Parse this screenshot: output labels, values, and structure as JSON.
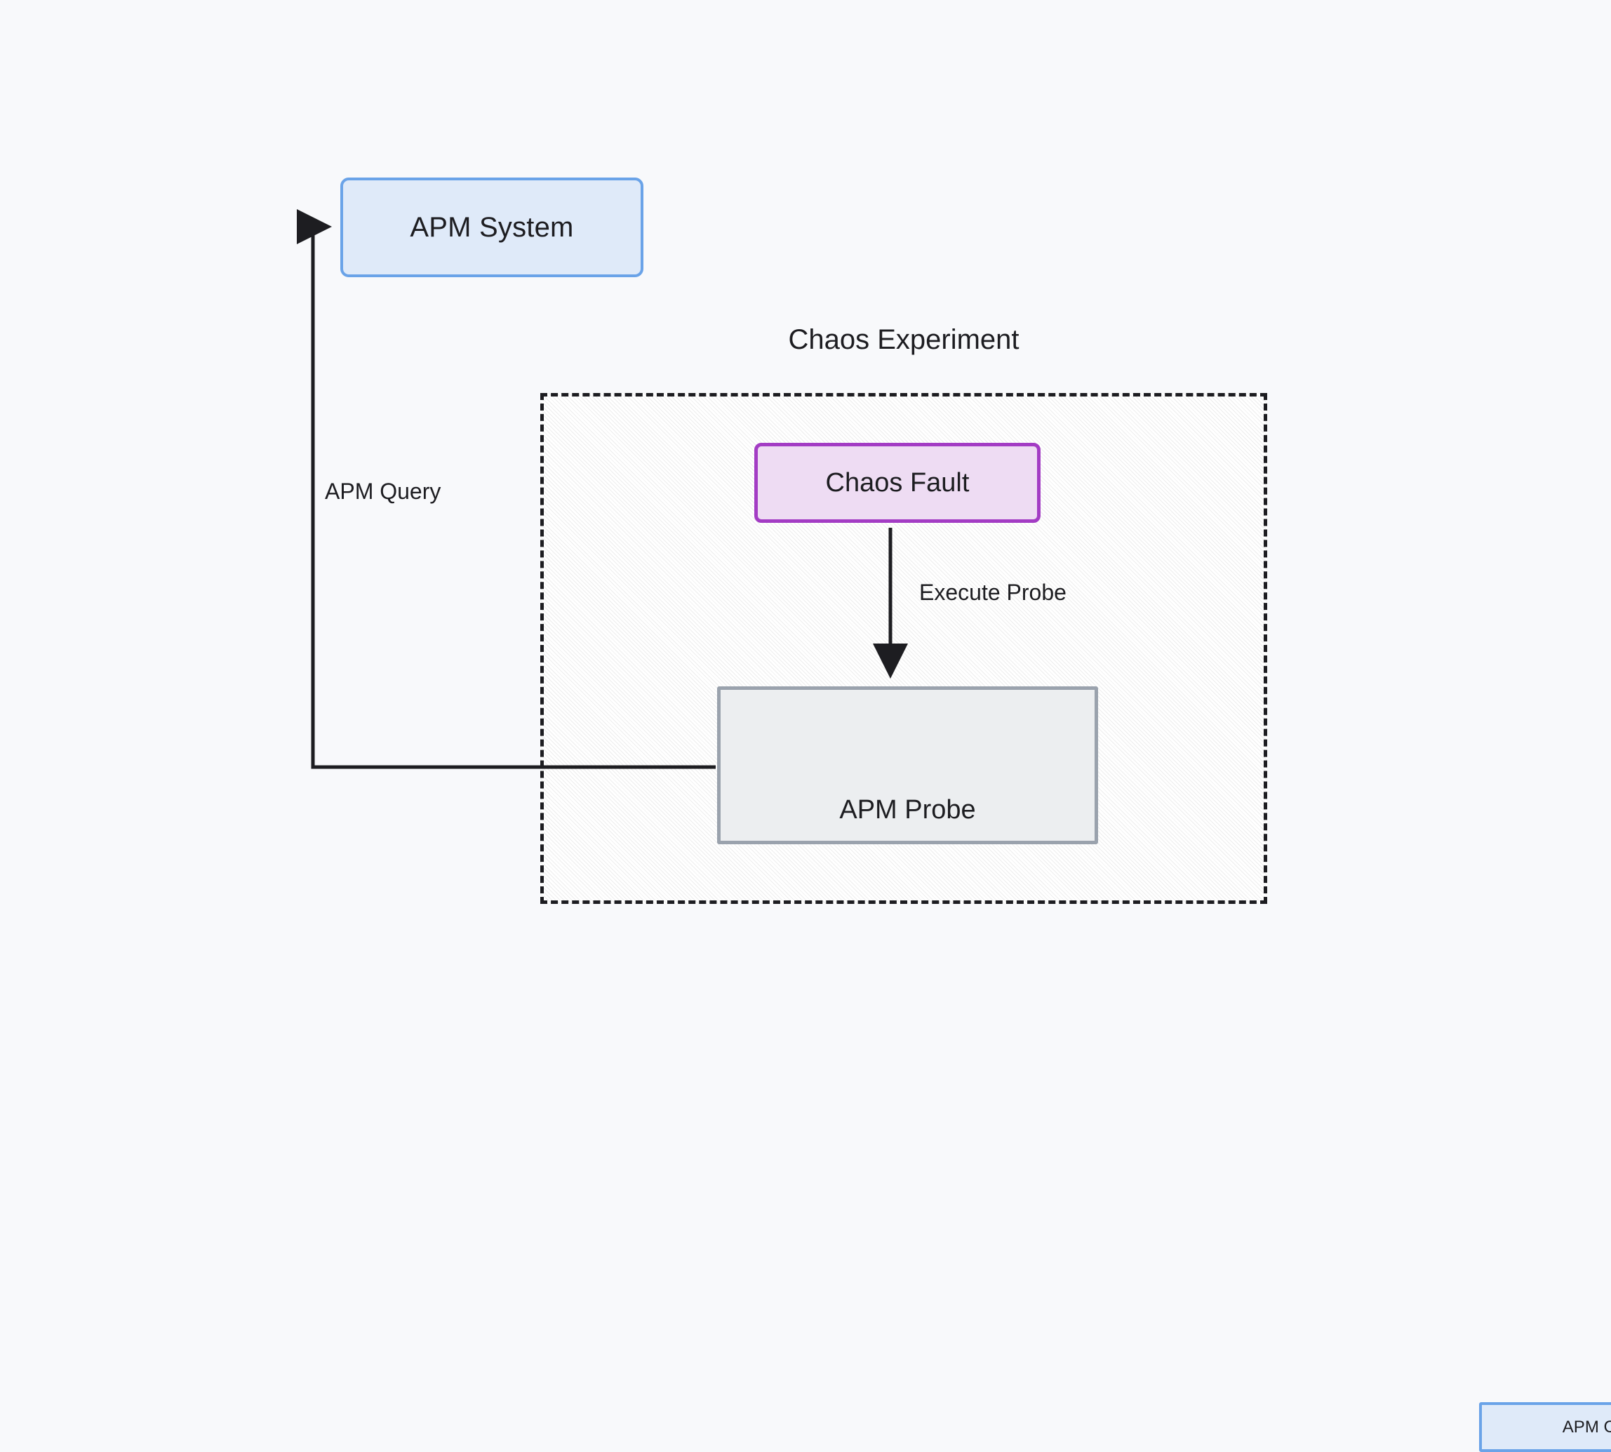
{
  "diagram": {
    "background_color": "#f8f9fb",
    "cluster": {
      "title": "Chaos Experiment",
      "border_style": "dashed",
      "fill": "hatched"
    },
    "nodes": [
      {
        "id": "apm-system",
        "label": "APM System",
        "fill": "#dfeaf9",
        "stroke": "#6aa3e8"
      },
      {
        "id": "chaos-fault",
        "label": "Chaos Fault",
        "fill": "#eedcf3",
        "stroke": "#a33cc4"
      },
      {
        "id": "apm-probe",
        "label": "APM Probe",
        "fill": "#eceef0",
        "stroke": "#9aa2ad"
      },
      {
        "id": "apm-connector",
        "label": "APM Connector",
        "fill": "#dfeaf9",
        "stroke": "#6aa3e8"
      }
    ],
    "edges": [
      {
        "id": "edge-apm-query",
        "label": "APM Query",
        "from": "apm-probe",
        "to": "apm-system",
        "stroke": "#1d1d21"
      },
      {
        "id": "edge-execute-probe",
        "label": "Execute Probe",
        "from": "chaos-fault",
        "to": "apm-probe",
        "stroke": "#1d1d21"
      }
    ]
  },
  "labels": {
    "apm_system": "APM System",
    "chaos_experiment": "Chaos Experiment",
    "chaos_fault": "Chaos Fault",
    "apm_probe": "APM Probe",
    "apm_connector": "APM Connector",
    "apm_query": "APM Query",
    "execute_probe": "Execute Probe"
  }
}
